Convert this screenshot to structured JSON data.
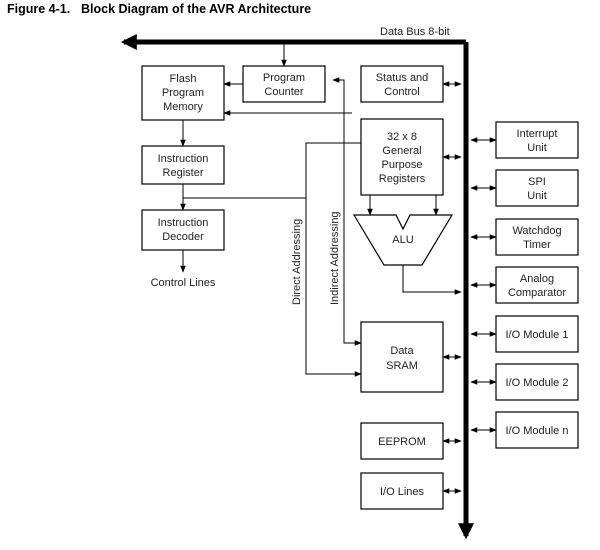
{
  "figure": {
    "number": "Figure 4-1.",
    "title": "Block Diagram of the AVR Architecture"
  },
  "bus": {
    "label": "Data Bus 8-bit"
  },
  "blocks": {
    "flash": [
      "Flash",
      "Program",
      "Memory"
    ],
    "program_counter": [
      "Program",
      "Counter"
    ],
    "status_control": [
      "Status and",
      "Control"
    ],
    "instruction_register": [
      "Instruction",
      "Register"
    ],
    "instruction_decoder": [
      "Instruction",
      "Decoder"
    ],
    "registers": [
      "32 x 8",
      "General",
      "Purpose",
      "Registers"
    ],
    "alu": "ALU",
    "data_sram": [
      "Data",
      "SRAM"
    ],
    "eeprom": "EEPROM",
    "io_lines": "I/O Lines",
    "interrupt": [
      "Interrupt",
      "Unit"
    ],
    "spi": [
      "SPI",
      "Unit"
    ],
    "watchdog": [
      "Watchdog",
      "Timer"
    ],
    "analog": [
      "Analog",
      "Comparator"
    ],
    "io1": "I/O Module 1",
    "io2": "I/O Module 2",
    "ion": "I/O Module n"
  },
  "labels": {
    "control_lines": "Control Lines",
    "direct_addressing": "Direct Addressing",
    "indirect_addressing": "Indirect Addressing"
  }
}
